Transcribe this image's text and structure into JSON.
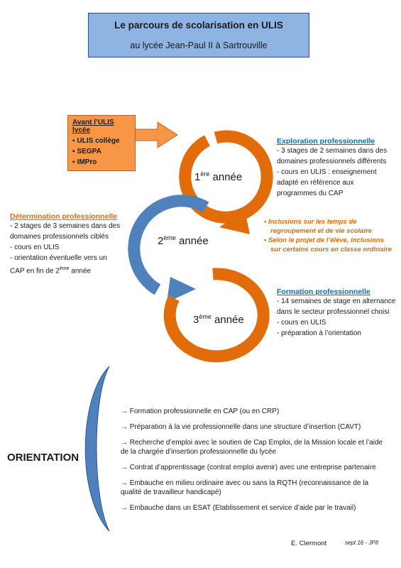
{
  "title": {
    "main": "Le parcours de scolarisation en ULIS",
    "sub": "au lycée Jean-Paul II à Sartrouville"
  },
  "avant_box": {
    "heading": "Avant l’ULIS lycée",
    "items": [
      "ULIS collège",
      "SEGPA",
      "IMPro"
    ]
  },
  "years": [
    {
      "num": "1",
      "sup": "ère",
      "word": "année"
    },
    {
      "num": "2",
      "sup": "ème",
      "word": "année"
    },
    {
      "num": "3",
      "sup": "ème",
      "word": "année"
    }
  ],
  "exploration": {
    "heading": "Exploration professionnelle",
    "lines": [
      "- 3 stages de 2 semaines dans des",
      "domaines professionnels différents",
      "- cours en ULIS : enseignement",
      "adapté en référence aux",
      "programmes du CAP"
    ]
  },
  "notes": [
    "• Inclusions sur les temps de",
    "regroupement et de vie scolaire",
    "• Selon le projet de l’élève, inclusions",
    "sur certains cours en classe ordinaire"
  ],
  "determination": {
    "heading": "Détermination professionnelle",
    "lines": [
      "- 2 stages de 3 semaines dans des",
      "domaines professionnels ciblés",
      "- cours en ULIS",
      "- orientation éventuelle vers un"
    ],
    "last_line_before": "CAP en fin de 2",
    "last_line_sup": "ème",
    "last_line_after": " année"
  },
  "formation": {
    "heading": "Formation professionnelle",
    "lines": [
      "- 14 semaines de stage en alternance",
      "dans le secteur professionnel choisi",
      "- cours en ULIS",
      "- préparation à l’orientation"
    ]
  },
  "orientation": {
    "label": "ORIENTATION",
    "items": [
      "→ Formation professionnelle en CAP (ou en CRP)",
      "→ Préparation à la vie professionnelle dans une structure d’insertion (CAVT)",
      "→ Recherche d’emploi avec le soutien de Cap Emploi, de la Mission locale et l’aide de la chargée d’insertion professionnelle du lycée",
      "→ Contrat d’apprentissage (contrat emploi avenir) avec une entreprise partenaire",
      "→ Embauche en milieu ordinaire avec ou sans la RQTH (reconnaissance de la qualité de travailleur handicapé)",
      "→ Embauche dans un ESAT (Etablissement et service d’aide par le travail)"
    ]
  },
  "footer": {
    "author": "E. Clermont",
    "date": "sept 16  - JPII"
  },
  "colors": {
    "orange": "#e36c0a",
    "blue": "#4f81bd",
    "title_bg": "#8eb4e3",
    "box_orange": "#f79646"
  }
}
